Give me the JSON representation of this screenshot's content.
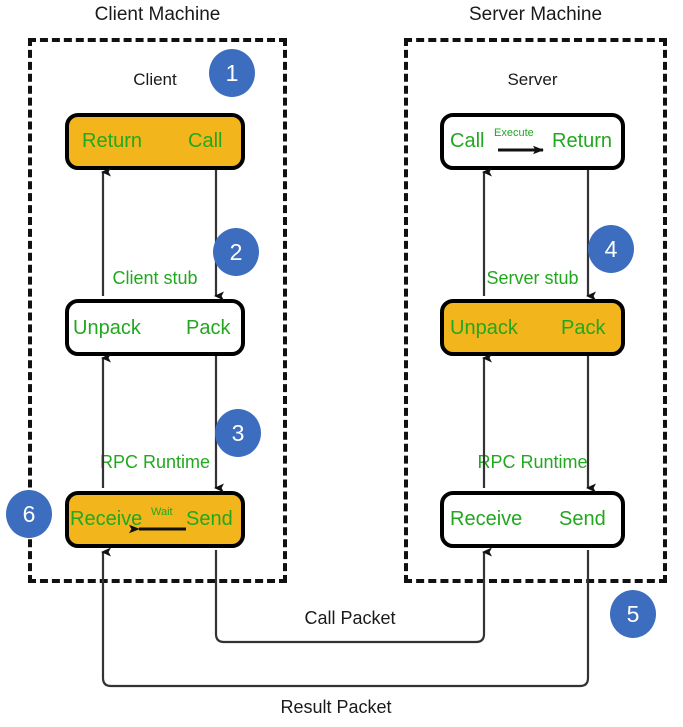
{
  "diagram": {
    "title_client": "Client Machine",
    "title_server": "Server Machine",
    "zone_client": "Client",
    "zone_server": "Server",
    "colors": {
      "highlight_fill": "#F2B51C",
      "plain_fill": "#FFFFFF",
      "label_green": "#22A81F",
      "badge_blue": "#3D6DBF",
      "stroke_black": "#000000"
    },
    "client": {
      "app_box": {
        "left_label": "Return",
        "right_label": "Call",
        "filled": true
      },
      "stub_caption": "Client stub",
      "stub_box": {
        "left_label": "Unpack",
        "right_label": "Pack",
        "filled": false
      },
      "runtime_caption": "RPC Runtime",
      "runtime_box": {
        "left_label": "Receive",
        "right_label": "Send",
        "filled": true
      },
      "runtime_mini_label": "Wait"
    },
    "server": {
      "app_box": {
        "left_label": "Call",
        "right_label": "Return",
        "filled": false
      },
      "app_mini_label": "Execute",
      "stub_caption": "Server stub",
      "stub_box": {
        "left_label": "Unpack",
        "right_label": "Pack",
        "filled": true
      },
      "runtime_caption": "RPC Runtime",
      "runtime_box": {
        "left_label": "Receive",
        "right_label": "Send",
        "filled": false
      }
    },
    "packets": {
      "call_packet": "Call Packet",
      "result_packet": "Result Packet"
    },
    "badges": [
      {
        "number": "1"
      },
      {
        "number": "2"
      },
      {
        "number": "3"
      },
      {
        "number": "4"
      },
      {
        "number": "5"
      },
      {
        "number": "6"
      }
    ]
  }
}
